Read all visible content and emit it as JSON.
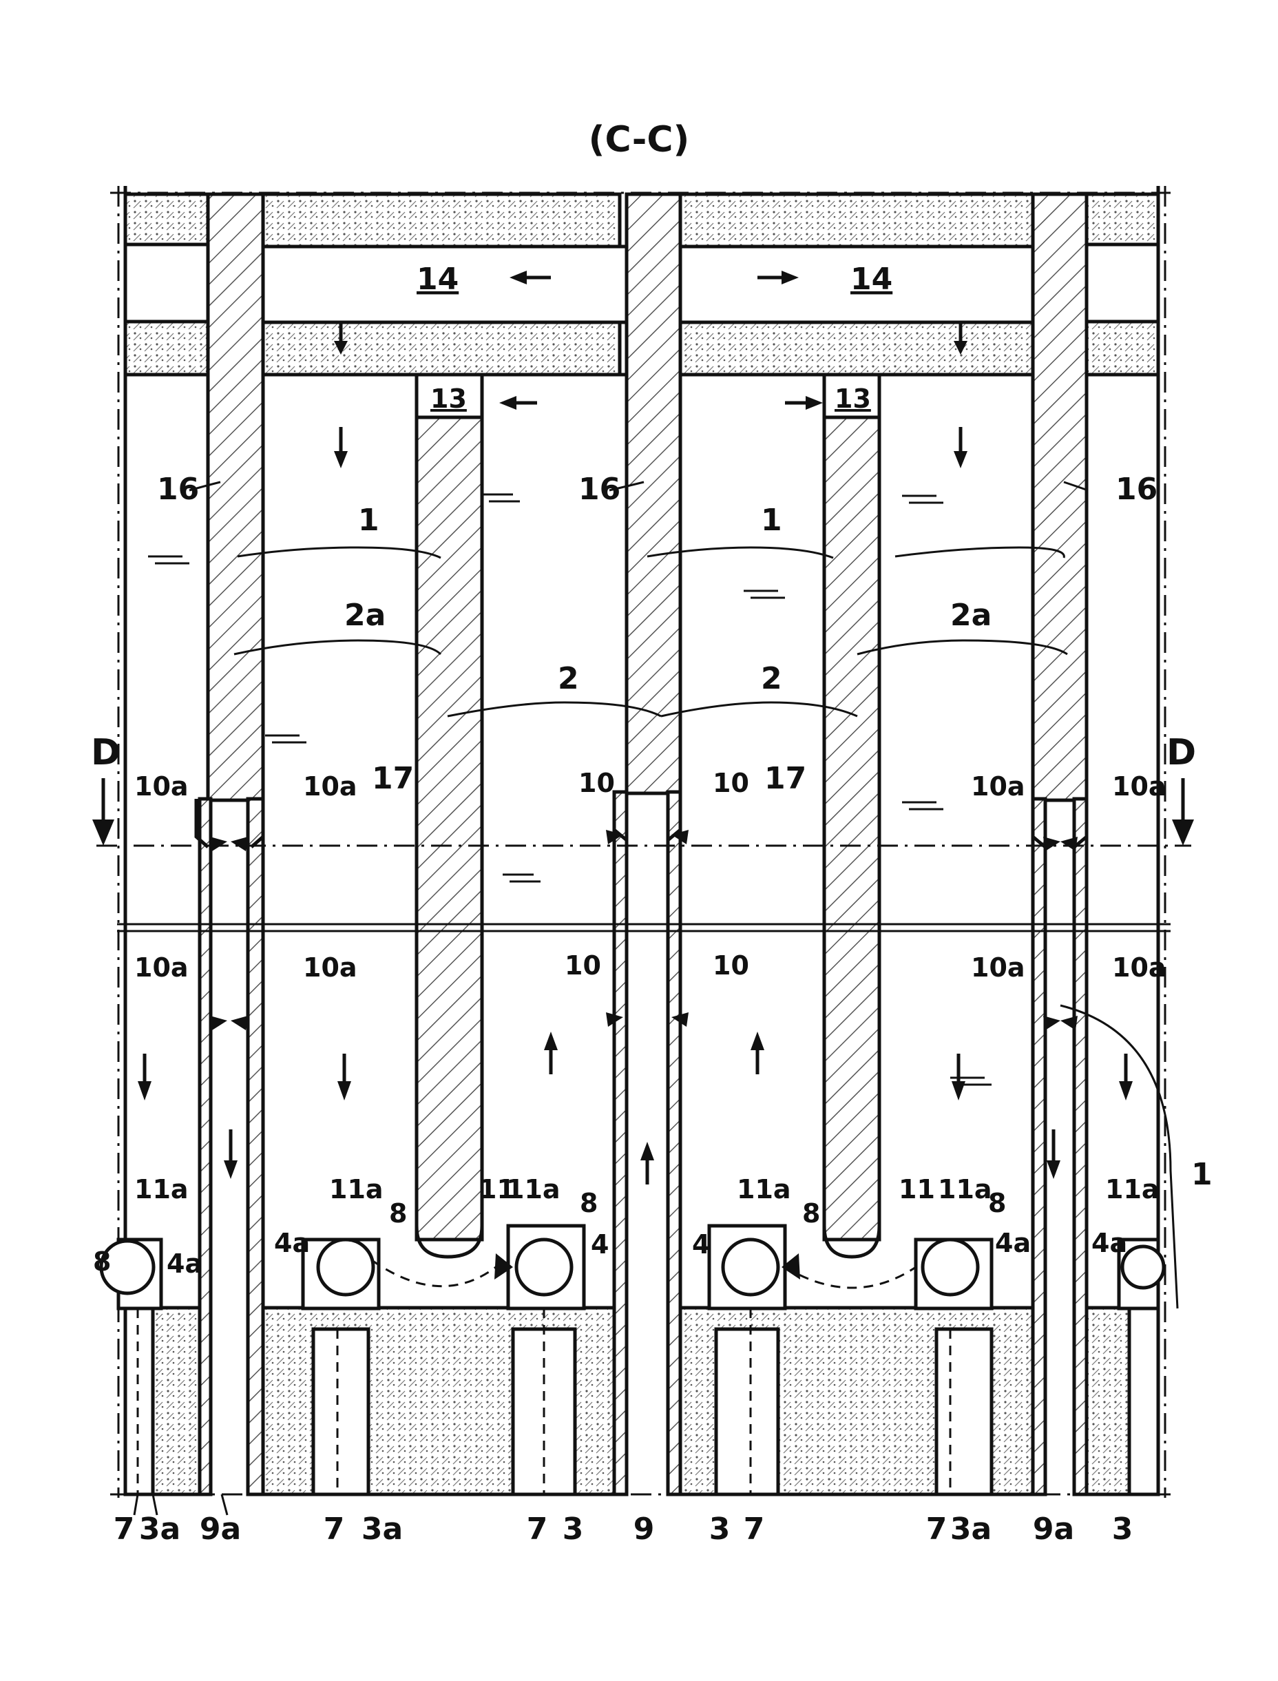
{
  "section_title": "(C-C)",
  "labels": {
    "flue_14": "14",
    "flue_13": "13",
    "wall_16": "16",
    "wall_17": "17",
    "group_1": "1",
    "group_2": "2",
    "group_2a": "2a",
    "section_D": "D",
    "port_10": "10",
    "port_10a": "10a",
    "nozzle_11": "11",
    "nozzle_11a": "11a",
    "burner_4": "4",
    "burner_4a": "4a",
    "pipe_8": "8",
    "riser_3": "3",
    "riser_3a": "3a",
    "feed_7": "7",
    "duct_9": "9",
    "duct_9a": "9a"
  },
  "bottom_labels": [
    "7",
    "3a",
    "9a",
    "7",
    "3a",
    "7",
    "3",
    "9",
    "3",
    "7",
    "7",
    "3a",
    "9a",
    "3"
  ]
}
